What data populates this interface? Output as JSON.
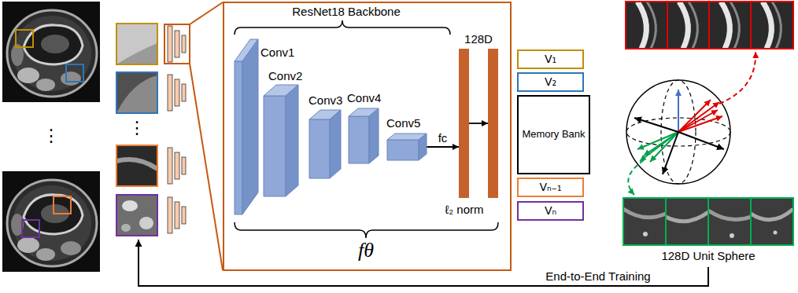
{
  "diagram": {
    "nodes": [
      {
        "text": [
          "ResNet18 Backbone",
          "fθ"
        ]
      },
      {
        "text": [
          "Conv1"
        ],
        "in": 0
      },
      {
        "text": [
          "Conv2"
        ],
        "in": 0
      },
      {
        "text": [
          "Conv3"
        ],
        "in": 0
      },
      {
        "text": [
          "Conv4"
        ],
        "in": 0
      },
      {
        "text": [
          "Conv5"
        ],
        "in": 0
      },
      {
        "text": [
          "128D"
        ],
        "in": 0
      },
      {
        "text": [
          "ℓ₂ norm"
        ],
        "in": 0
      },
      {
        "text": [
          "V₁"
        ]
      },
      {
        "text": [
          "V₂"
        ]
      },
      {
        "text": [
          "Memory Bank"
        ]
      },
      {
        "text": [
          "Vₙ₋₁"
        ]
      },
      {
        "text": [
          "Vₙ"
        ]
      }
    ],
    "edges": [
      {
        "from": 5,
        "to": 6,
        "label": "fc",
        "arrow": "to"
      },
      {
        "from": 6,
        "to": 7,
        "arrow": "to"
      }
    ],
    "labels": [
      "⋮",
      "⋮",
      "128D Unit Sphere",
      "End-to-End Training"
    ]
  }
}
